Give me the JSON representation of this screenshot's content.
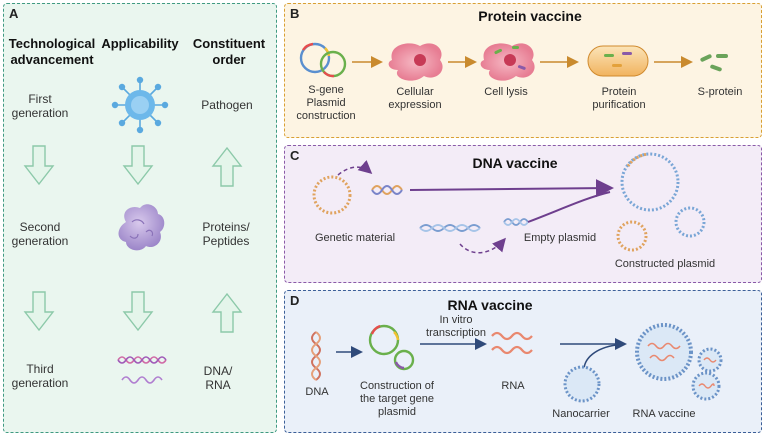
{
  "panelA": {
    "letter": "A",
    "headers": {
      "advancement": "Technological advancement",
      "applicability": "Applicability",
      "order": "Constituent order"
    },
    "generations": {
      "first": "First generation",
      "second": "Second generation",
      "third": "Third generation"
    },
    "constituents": {
      "pathogen": "Pathogen",
      "proteins": "Proteins/ Peptides",
      "dna_rna": "DNA/ RNA"
    },
    "icons": [
      "virus-icon",
      "protein-blob-icon",
      "dna-rna-strands-icon",
      "down-arrow-icon",
      "up-arrow-icon"
    ],
    "bg_color": "#eaf6ef",
    "border_color": "#3f9a82"
  },
  "panelB": {
    "letter": "B",
    "title": "Protein vaccine",
    "steps": {
      "s1": "S-gene Plasmid construction",
      "s2": "Cellular expression",
      "s3": "Cell lysis",
      "s4": "Protein purification",
      "s5": "S-protein"
    },
    "bg_color": "#fdf4e3",
    "border_color": "#d9a033"
  },
  "panelC": {
    "letter": "C",
    "title": "DNA vaccine",
    "labels": {
      "genetic": "Genetic material",
      "empty": "Empty plasmid",
      "constructed": "Constructed plasmid"
    },
    "bg_color": "#f3ecf7",
    "border_color": "#8a5aa8"
  },
  "panelD": {
    "letter": "D",
    "title": "RNA vaccine",
    "labels": {
      "dna": "DNA",
      "construction": "Construction of the target gene plasmid",
      "transcription": "In vitro transcription",
      "rna": "RNA",
      "nanocarrier": "Nanocarrier",
      "rna_vaccine": "RNA vaccine"
    },
    "bg_color": "#eaf0f9",
    "border_color": "#3c5f98"
  }
}
